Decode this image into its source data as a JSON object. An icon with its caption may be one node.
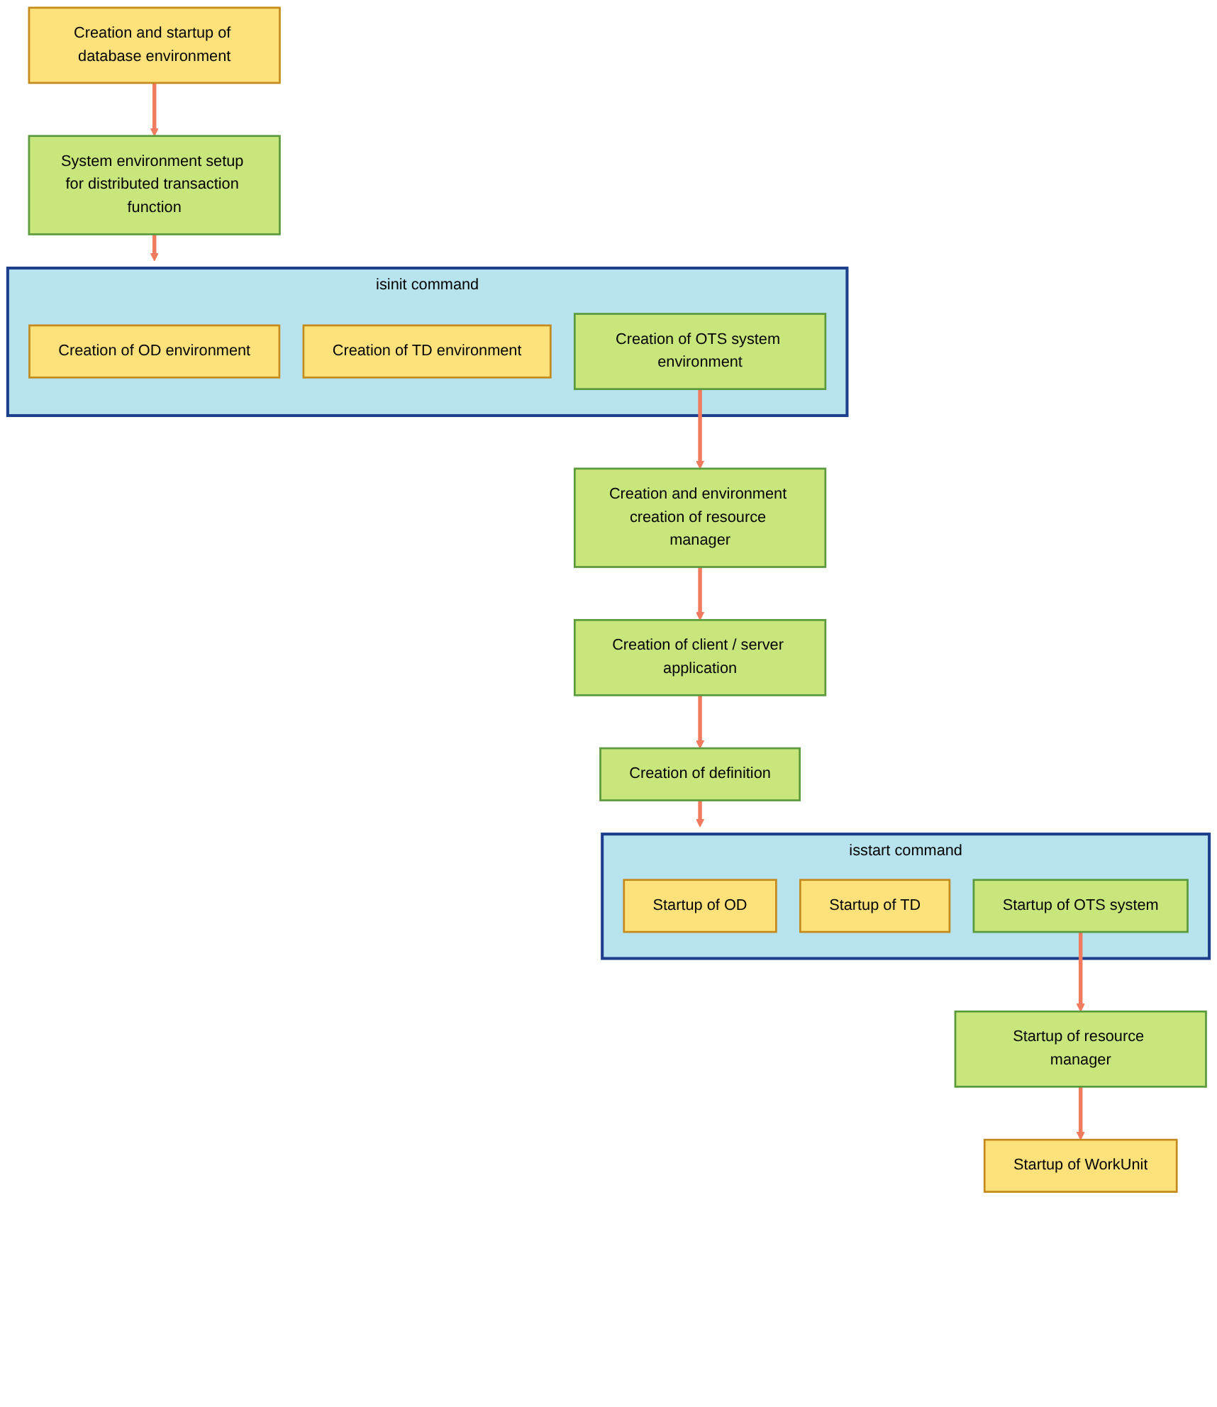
{
  "diagram": {
    "nodes": [
      {
        "text": [
          "Creation and startup of database environment"
        ]
      },
      {
        "text": [
          "System environment setup for distributed transaction function"
        ]
      },
      {
        "text": [
          "isinit command"
        ]
      },
      {
        "text": [
          "Creation of OD environment"
        ],
        "in": 2
      },
      {
        "text": [
          "Creation of TD environment"
        ],
        "in": 2
      },
      {
        "text": [
          "Creation of OTS system environment"
        ],
        "in": 2
      },
      {
        "text": [
          "Creation and environment creation of resource manager"
        ]
      },
      {
        "text": [
          "Creation of client / server application"
        ]
      },
      {
        "text": [
          "Creation of definition"
        ]
      },
      {
        "text": [
          "isstart command"
        ]
      },
      {
        "text": [
          "Startup of OD"
        ],
        "in": 9
      },
      {
        "text": [
          "Startup of TD"
        ],
        "in": 9
      },
      {
        "text": [
          "Startup of OTS system"
        ],
        "in": 9
      },
      {
        "text": [
          "Startup of resource manager"
        ]
      },
      {
        "text": [
          "Startup of WorkUnit"
        ]
      }
    ],
    "edges": [
      {
        "from": 0,
        "to": 1,
        "arrow": "to"
      },
      {
        "from": 1,
        "to": 2,
        "arrow": "to"
      },
      {
        "from": 5,
        "to": 6,
        "arrow": "to"
      },
      {
        "from": 6,
        "to": 7,
        "arrow": "to"
      },
      {
        "from": 7,
        "to": 8,
        "arrow": "to"
      },
      {
        "from": 8,
        "to": 9,
        "arrow": "to"
      },
      {
        "from": 12,
        "to": 13,
        "arrow": "to"
      },
      {
        "from": 13,
        "to": 14,
        "arrow": "to"
      }
    ]
  }
}
